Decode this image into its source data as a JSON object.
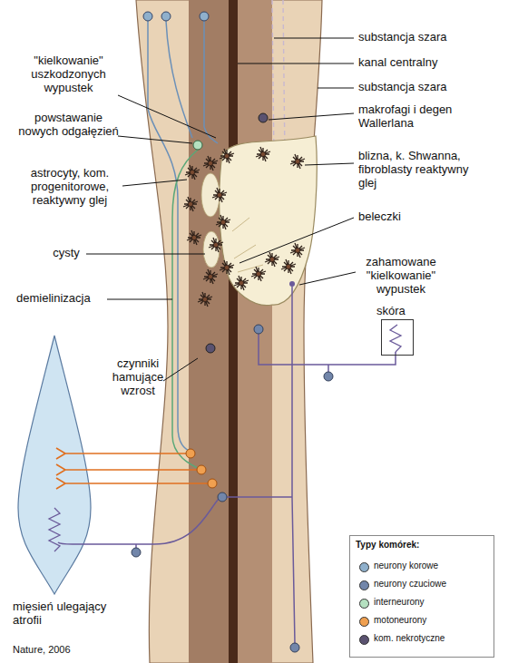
{
  "diagram": {
    "nodes": [
      {
        "text": [
          "skóra"
        ]
      }
    ],
    "labels": [
      "substancja szara",
      "kanal centralny",
      "substancja szara",
      "makrofagi i degen Wallerlana",
      "blizna, k. Shwanna, fibroblasty reaktywny glej",
      "beleczki",
      "zahamowane \"kielkowanie\" wypustek",
      "\"kielkowanie\" uszkodzonych wypustek",
      "powstawanie nowych odgałęzień",
      "astrocyty, kom. progenitorowe, reaktywny glej",
      "cysty",
      "demielinizacja",
      "czynniki hamujące wzrost",
      "mięsień ulegający atrofii",
      "Nature, 2006",
      "Typy komórek:"
    ],
    "legend": [
      {
        "text": "neurony korowe",
        "color": "#8fb0cc"
      },
      {
        "text": "neurony czuciowe",
        "color": "#7286aa"
      },
      {
        "text": "interneurony",
        "color": "#b5e0c0"
      },
      {
        "text": "motoneurony",
        "color": "#f0a050"
      },
      {
        "text": "kom. nekrotyczne",
        "color": "#5a5270"
      }
    ]
  }
}
